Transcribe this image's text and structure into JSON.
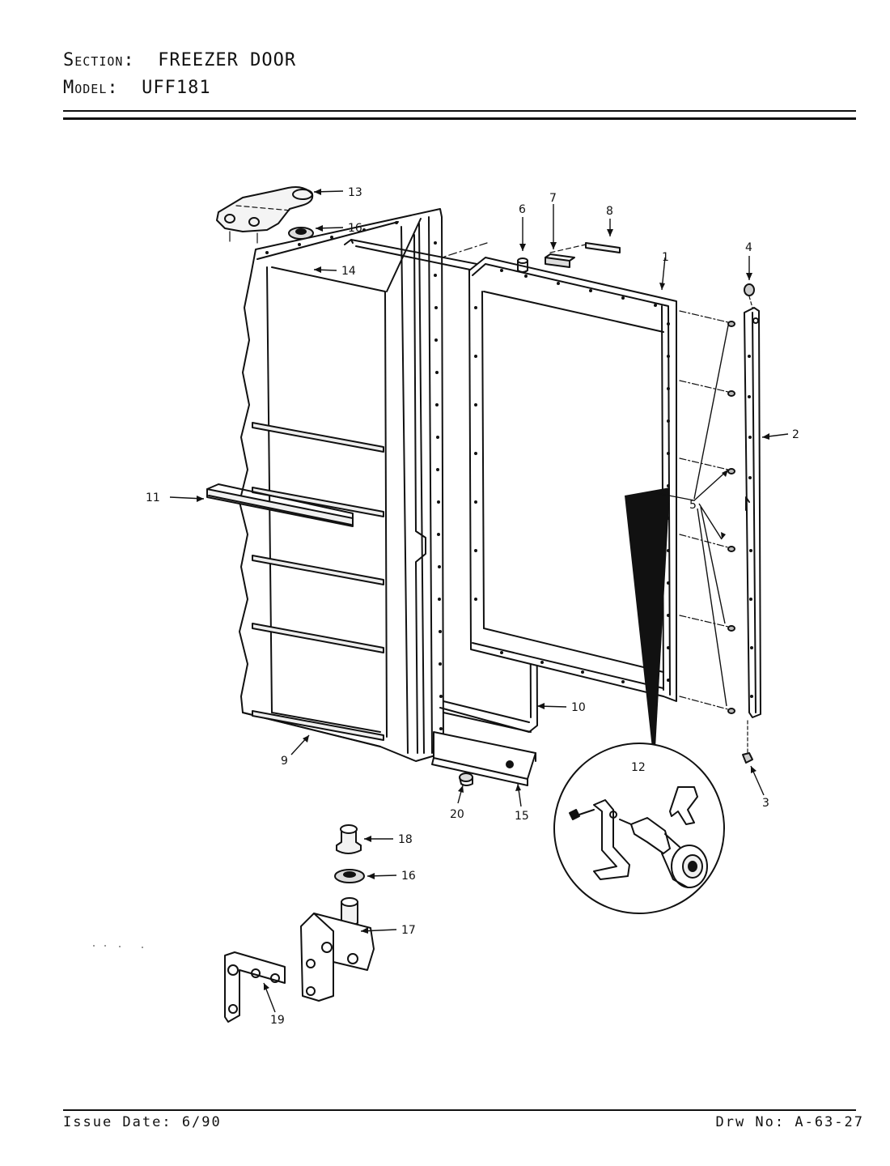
{
  "header": {
    "section_key": "Section:",
    "section_value": "FREEZER DOOR",
    "model_key": "Model:",
    "model_value": "UFF181"
  },
  "footer": {
    "issue_date": "Issue Date: 6/90",
    "drawing_no": "Drw No: A-63-27"
  },
  "callouts": {
    "c1": "1",
    "c2": "2",
    "c3": "3",
    "c4": "4",
    "c5": "5",
    "c6": "6",
    "c7": "7",
    "c8": "8",
    "c9": "9",
    "c10": "10",
    "c11": "11",
    "c12": "12",
    "c13": "13",
    "c14": "14",
    "c15": "15",
    "c16a": "16",
    "c16b": "16",
    "c17": "17",
    "c18": "18",
    "c19": "19",
    "c20": "20"
  }
}
